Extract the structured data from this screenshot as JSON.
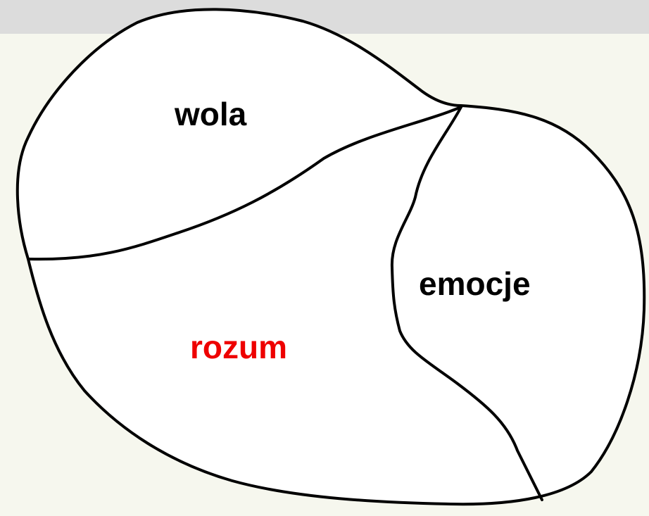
{
  "diagram": {
    "regions": {
      "wola": {
        "label": "wola",
        "color": "#000000"
      },
      "emocje": {
        "label": "emocje",
        "color": "#000000"
      },
      "rozum": {
        "label": "rozum",
        "color": "#ee0000"
      }
    },
    "outline_color": "#000000",
    "fill_color": "#ffffff"
  }
}
